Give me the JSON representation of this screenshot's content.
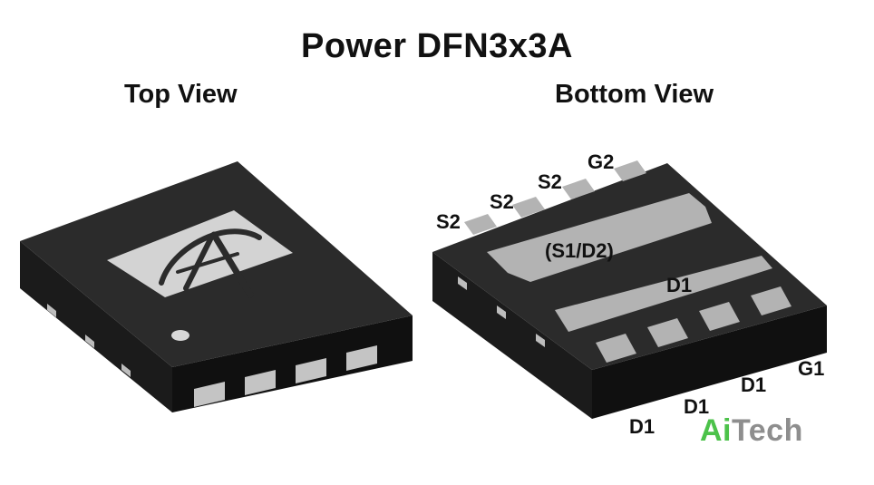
{
  "title": "Power DFN3x3A",
  "top_view": {
    "label": "Top View"
  },
  "bottom_view": {
    "label": "Bottom View",
    "pins_top": [
      "S2",
      "S2",
      "S2",
      "G2"
    ],
    "pins_bottom": [
      "D1",
      "D1",
      "D1",
      "G1"
    ],
    "pads": [
      "(S1/D2)",
      "D1"
    ]
  },
  "watermark": {
    "part1": "Ai",
    "part2": "Tech"
  },
  "colors": {
    "body_top": "#2a2a2a",
    "body_side_left": "#1c1c1c",
    "body_side_front": "#121212",
    "pad": "#b3b3b3",
    "marking": "#d0d0d0",
    "watermark_green": "#4cc24a",
    "watermark_gray": "#8e8e8e"
  }
}
